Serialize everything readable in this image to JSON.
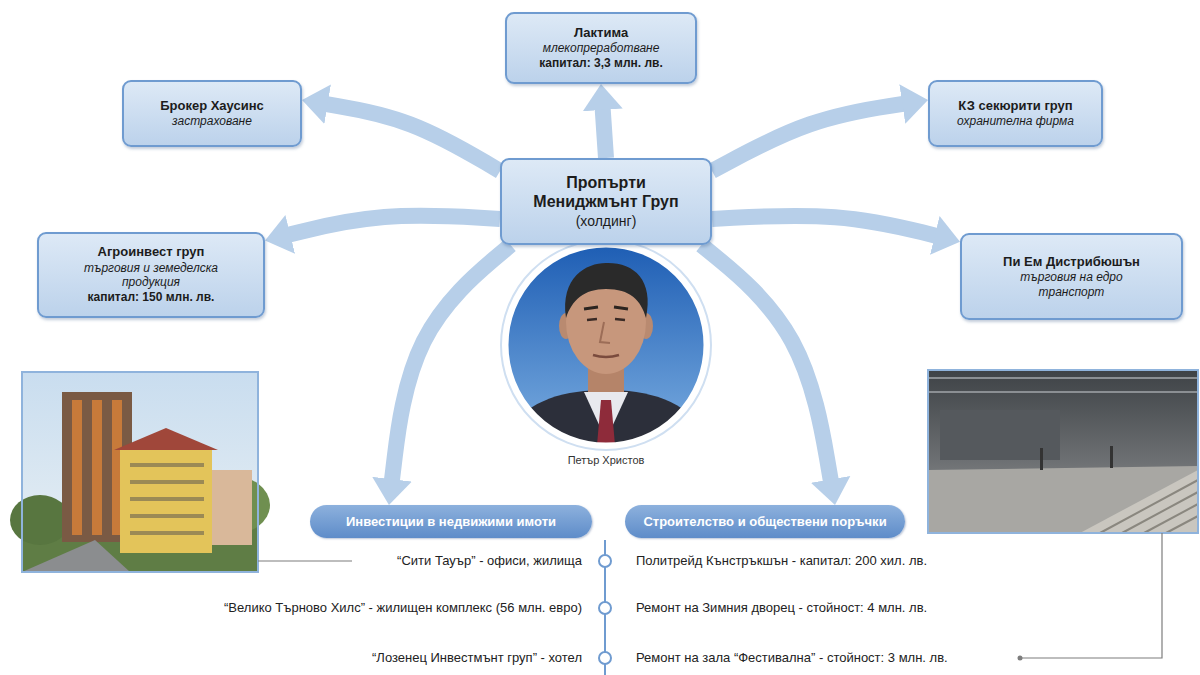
{
  "diagram": {
    "nodes": [
      {
        "text": [
          "Лактима",
          "млекопреработване",
          "капитал: 3,3 млн. лв."
        ]
      },
      {
        "text": [
          "Брокер Хаусинс",
          "застраховане"
        ]
      },
      {
        "text": [
          "КЗ секюрити груп",
          "охранителна фирма"
        ]
      },
      {
        "text": [
          "Пропърти Мениджмънт Груп",
          "(холдинг)"
        ]
      },
      {
        "text": [
          "Агроинвест груп",
          "търговия и земеделска продукция",
          "капитал: 150 млн. лв."
        ]
      },
      {
        "text": [
          "Пи Ем Дистрибюшън",
          "търговия на едро транспорт"
        ]
      },
      {
        "text": [
          "Инвестиции в недвижими имоти"
        ]
      },
      {
        "text": [
          "Строителство и обществени поръчки"
        ]
      }
    ],
    "edges": [
      {
        "from": 3,
        "to": 0,
        "arrow": "to"
      },
      {
        "from": 3,
        "to": 1,
        "arrow": "to"
      },
      {
        "from": 3,
        "to": 2,
        "arrow": "to"
      },
      {
        "from": 3,
        "to": 4,
        "arrow": "to"
      },
      {
        "from": 3,
        "to": 5,
        "arrow": "to"
      },
      {
        "from": 3,
        "to": 6,
        "arrow": "to"
      },
      {
        "from": 3,
        "to": 7,
        "arrow": "to"
      }
    ],
    "labels": [
      "Петър Христов",
      "“Сити Тауър” - офиси, жилища",
      "“Велико Търново Хилс” - жилищен комплекс (56 млн. евро)",
      "“Лозенец Инвестмънт груп” - хотел",
      "Политрейд Кънстръкшън - капитал: 200 хил. лв.",
      "Ремонт на Зимния дворец - стойност: 4 млн. лв.",
      "Ремонт на зала “Фестивална” - стойност: 3 млн. лв."
    ]
  }
}
